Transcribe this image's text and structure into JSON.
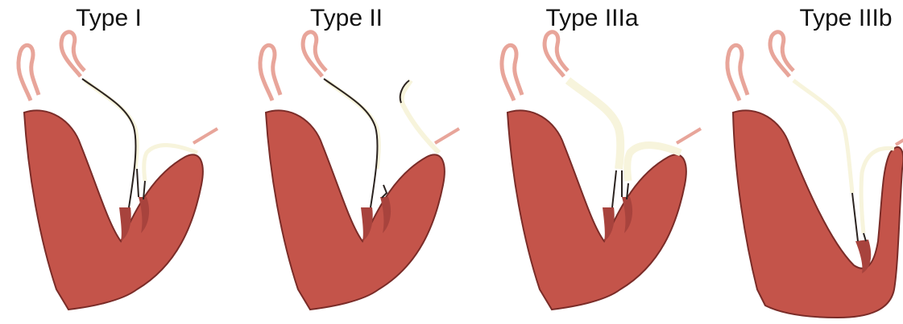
{
  "panels": [
    {
      "title": "Type I"
    },
    {
      "title": "Type II"
    },
    {
      "title": "Type IIIa"
    },
    {
      "title": "Type IIIb"
    }
  ],
  "colors": {
    "myocardium": "#c4544a",
    "myocardium_dark": "#8f3530",
    "papillary": "#a8433d",
    "leaflet": "#f7f4dc",
    "chordae": "#2b2320",
    "vessel": "#e8a59a"
  }
}
